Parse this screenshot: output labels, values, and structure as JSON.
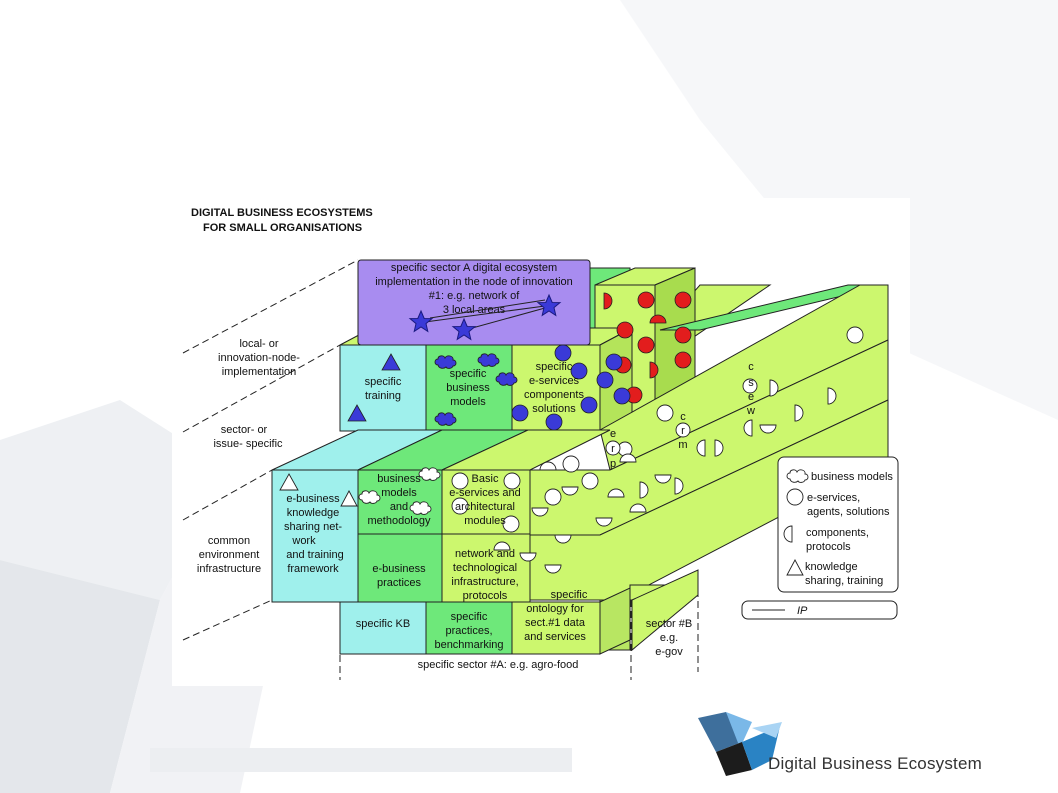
{
  "title": [
    "DIGITAL BUSINESS ECOSYSTEMS",
    "FOR SMALL ORGANISATIONS"
  ],
  "levels": {
    "local": [
      "local- or",
      "innovation-node-",
      "implementation"
    ],
    "sector": [
      "sector- or",
      "issue- specific"
    ],
    "common": [
      "common",
      "environment",
      "infrastructure"
    ]
  },
  "node_box": [
    "specific sector A digital ecosystem",
    "implementation in the node of innovation",
    "#1: e.g. network of",
    "3 local areas"
  ],
  "cells": {
    "specific_training": [
      "specific",
      "training"
    ],
    "specific_business_models": [
      "specific",
      "business",
      "models"
    ],
    "specific_eservices": [
      "specific",
      "e-services",
      "components",
      "solutions"
    ],
    "ebusiness_knowledge": [
      "e-business",
      "knowledge",
      "sharing net-",
      "work",
      "and training",
      "framework"
    ],
    "business_models_methodology": [
      "business",
      "models",
      "and",
      "methodology"
    ],
    "basic_eservices": [
      "Basic",
      "e-services and",
      "architectural",
      "modules"
    ],
    "ebusiness_practices": [
      "e-business",
      "practices"
    ],
    "network_infrastructure": [
      "network  and",
      "technological",
      "infrastructure,",
      "protocols"
    ],
    "specific_kb": [
      "specific KB"
    ],
    "specific_practices": [
      "specific",
      "practices,",
      "benchmarking"
    ],
    "specific_ontology": [
      "specific",
      "ontology for",
      "sect.#1 data",
      "and services"
    ]
  },
  "pipe_labels": {
    "erp": [
      "e",
      "r",
      "p"
    ],
    "crm": [
      "c",
      "r",
      "m"
    ],
    "csew": [
      "c",
      "s",
      "e",
      "w"
    ]
  },
  "sector_a": "specific sector #A: e.g. agro-food",
  "sector_b": [
    "sector #B",
    "e.g.",
    "e-gov"
  ],
  "legend": {
    "business_models": "business models",
    "eservices": [
      "e-services,",
      "agents, solutions"
    ],
    "components": [
      "components,",
      "protocols"
    ],
    "knowledge": [
      "knowledge",
      "sharing, training"
    ],
    "ip": "IP"
  },
  "brand": "Digital Business Ecosystem",
  "colors": {
    "purple": "#a88cf0",
    "cyan": "#9ff0ec",
    "green": "#6ee87a",
    "lime": "#ccf76e",
    "blue_marker": "#3a3ad8",
    "red_marker": "#e21d1d"
  }
}
